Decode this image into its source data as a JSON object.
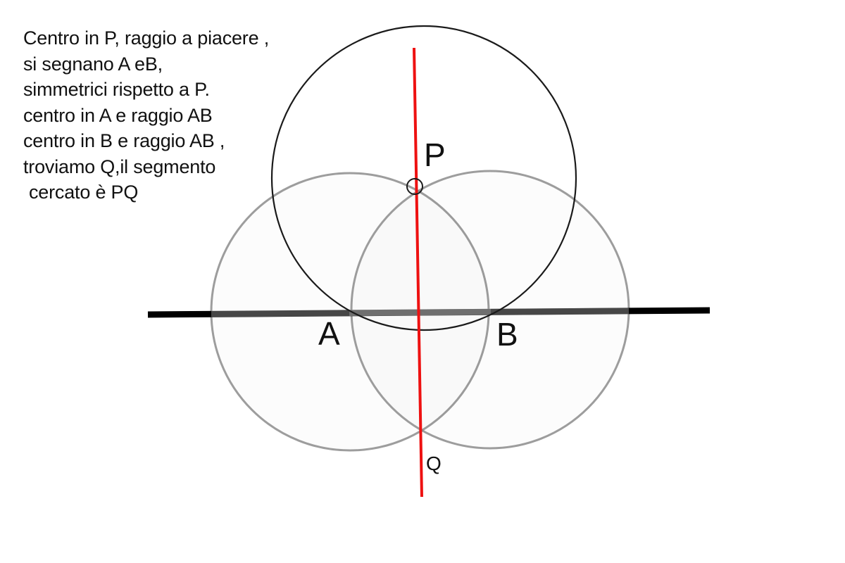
{
  "instructions": [
    "Centro in P, raggio a piacere ,",
    "si segnano A eB,",
    "simmetrici rispetto a P.",
    "centro in A e raggio AB",
    "centro in B e raggio AB ,",
    "troviamo Q,il segmento",
    "cercato è PQ"
  ],
  "labels": {
    "P": "P",
    "A": "A",
    "B": "B",
    "Q": "Q"
  },
  "colors": {
    "circle_p": "#1a1a1a",
    "circles_ab": "#8c8c8c",
    "base_line": "#000000",
    "perpendicular": "#ee1111"
  }
}
